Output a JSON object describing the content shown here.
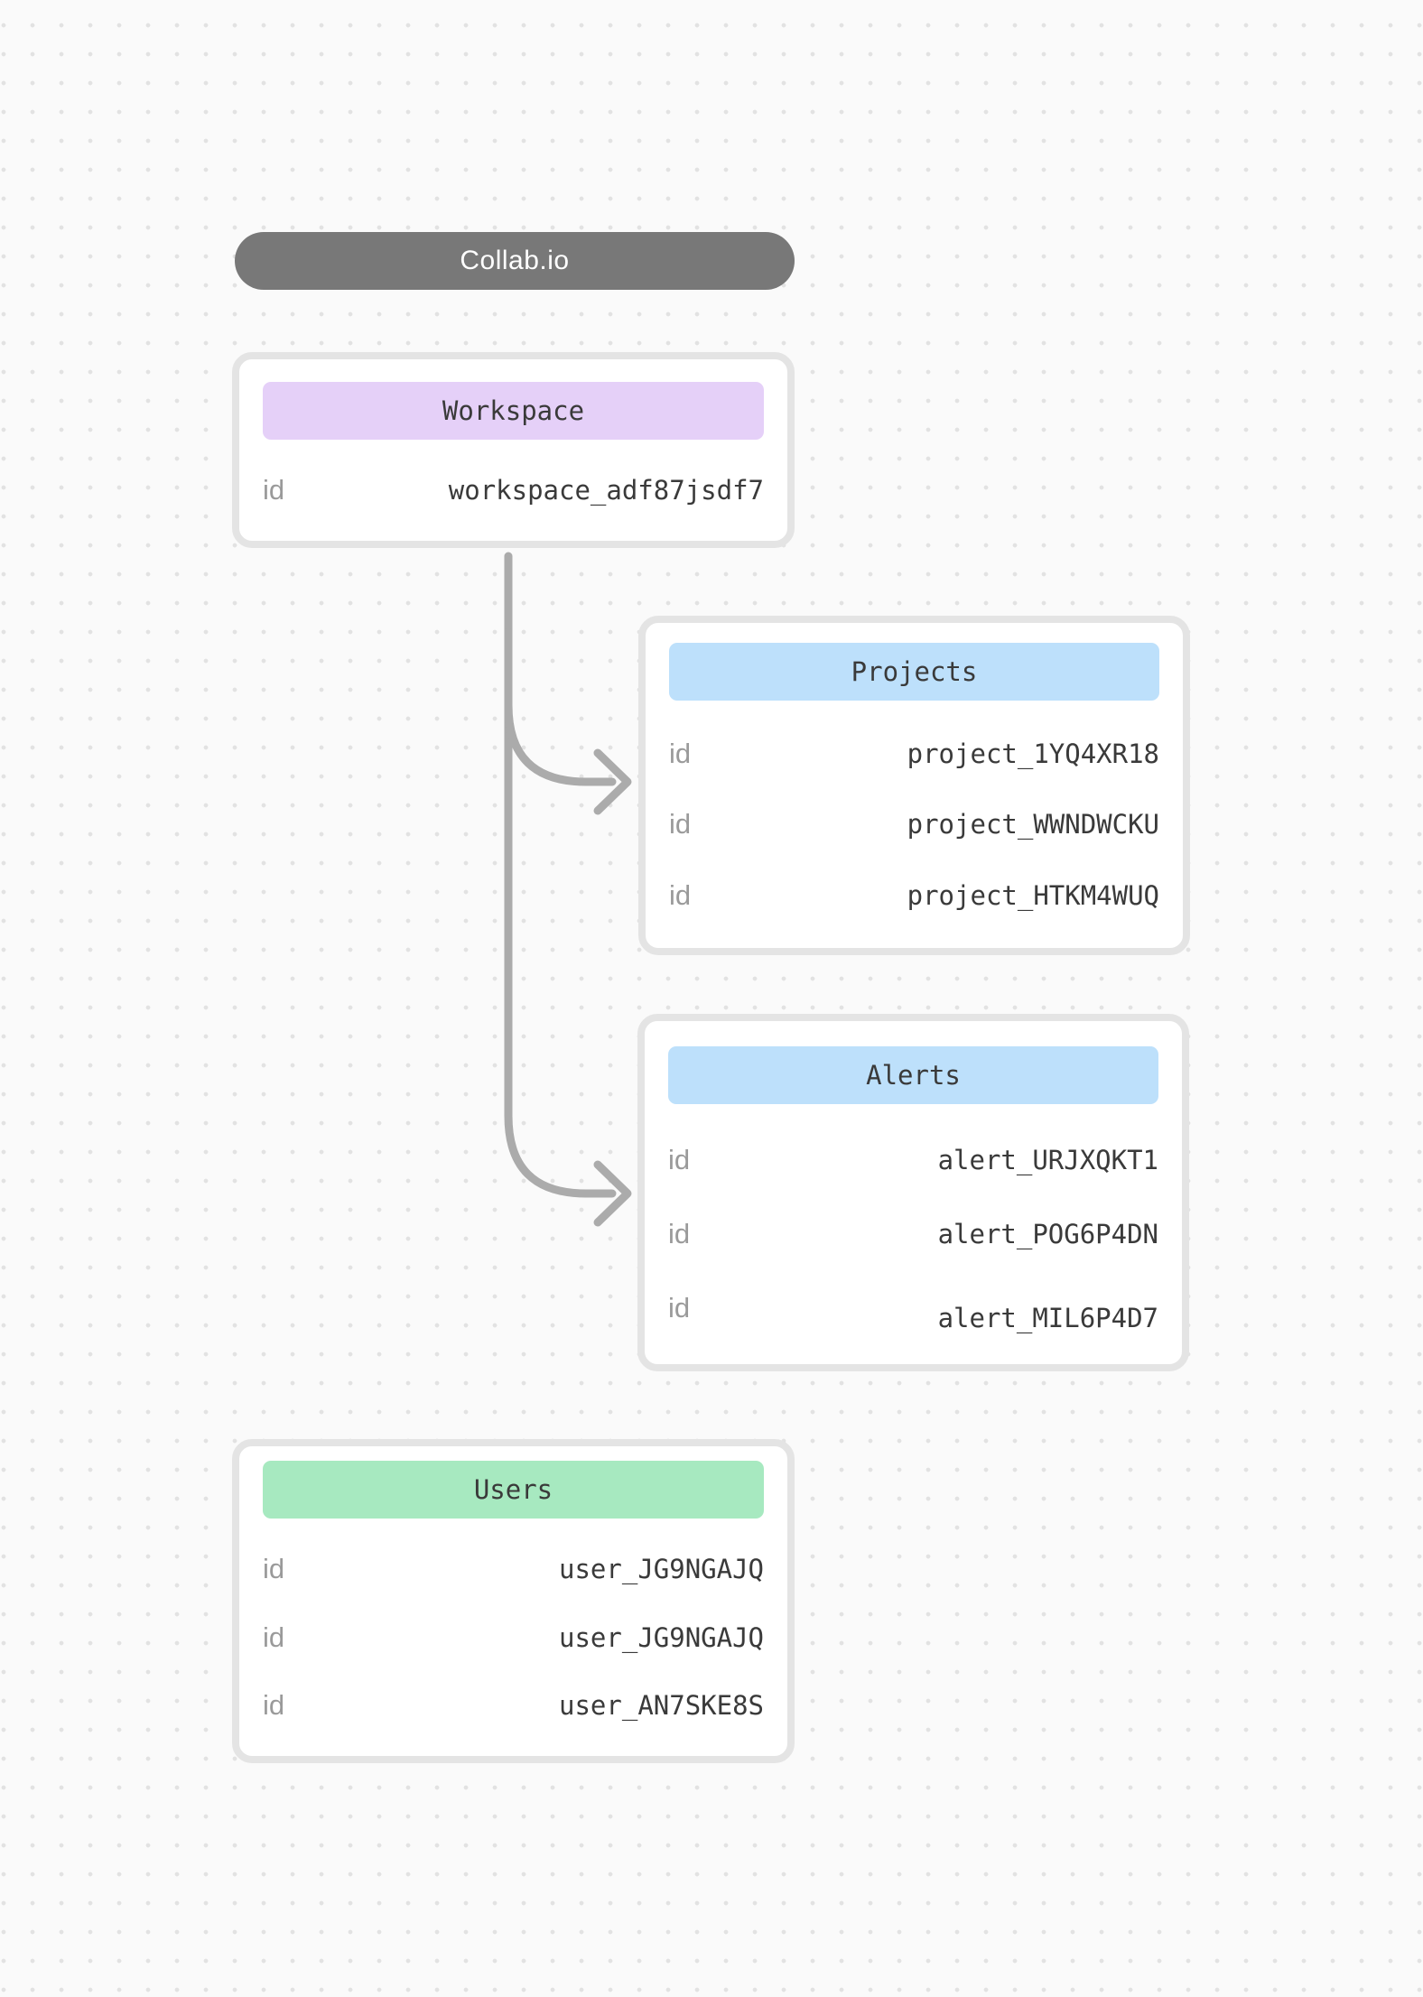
{
  "canvas": {
    "background_color": "#fafafa",
    "dot_color": "#e2e2e2"
  },
  "title_pill": {
    "label": "Collab.io",
    "bg_color": "#787878",
    "text_color": "#ffffff"
  },
  "nodes": {
    "workspace": {
      "title": "Workspace",
      "header_color": "#e5d0f8",
      "rows": [
        {
          "key": "id",
          "value": "workspace_adf87jsdf7"
        }
      ]
    },
    "projects": {
      "title": "Projects",
      "header_color": "#bde0fb",
      "rows": [
        {
          "key": "id",
          "value": "project_1YQ4XR18"
        },
        {
          "key": "id",
          "value": "project_WWNDWCKU"
        },
        {
          "key": "id",
          "value": "project_HTKM4WUQ"
        }
      ]
    },
    "alerts": {
      "title": "Alerts",
      "header_color": "#bde0fb",
      "rows": [
        {
          "key": "id",
          "value": "alert_URJXQKT1"
        },
        {
          "key": "id",
          "value": "alert_POG6P4DN"
        },
        {
          "key": "id",
          "value": "alert_MIL6P4D7"
        }
      ]
    },
    "users": {
      "title": "Users",
      "header_color": "#a7e9c0",
      "rows": [
        {
          "key": "id",
          "value": "user_JG9NGAJQ"
        },
        {
          "key": "id",
          "value": "user_JG9NGAJQ"
        },
        {
          "key": "id",
          "value": "user_AN7SKE8S"
        }
      ]
    }
  },
  "connectors": {
    "color": "#ababab",
    "edges": [
      {
        "from": "workspace",
        "to": "projects"
      },
      {
        "from": "workspace",
        "to": "alerts"
      }
    ]
  }
}
